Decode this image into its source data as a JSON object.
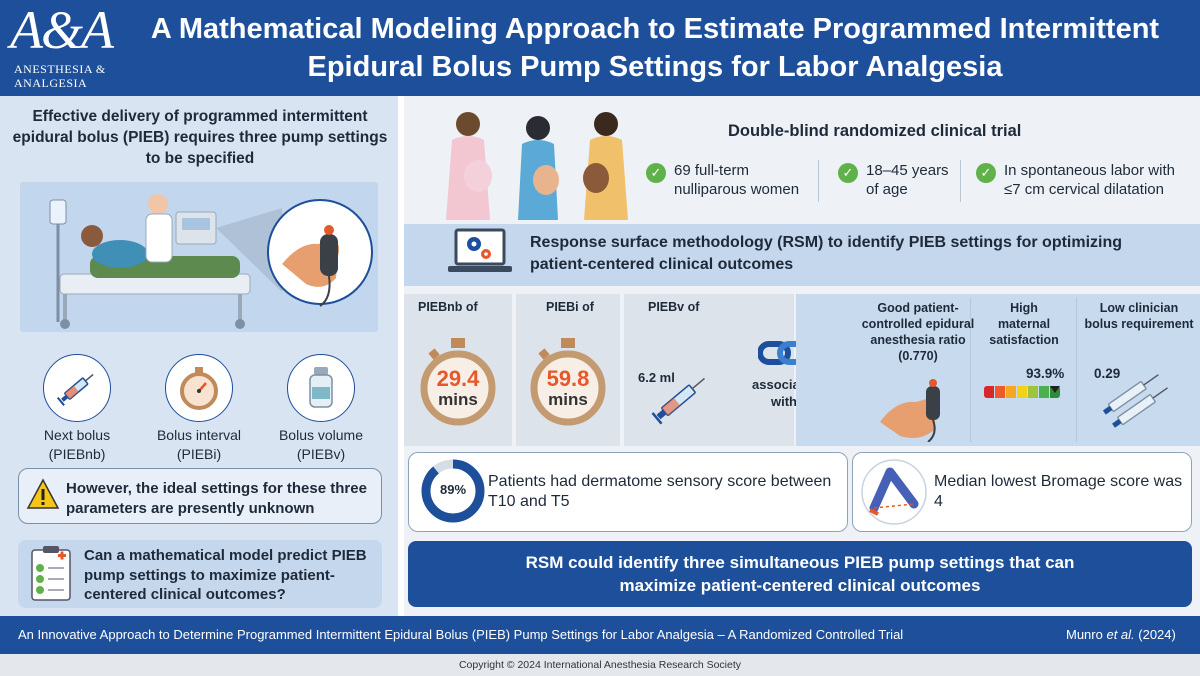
{
  "logo": {
    "letters": "A&A",
    "line1": "ANESTHESIA &",
    "line2": "ANALGESIA"
  },
  "title": {
    "line1": "A Mathematical Modeling Approach to Estimate Programmed Intermittent",
    "line2": "Epidural Bolus Pump Settings for Labor Analgesia"
  },
  "left": {
    "intro": "Effective delivery of programmed intermittent epidural bolus (PIEB) requires three pump settings to be specified",
    "settings": [
      {
        "label": "Next bolus",
        "abbr": "(PIEBnb)",
        "icon": "syringe-icon"
      },
      {
        "label": "Bolus interval",
        "abbr": "(PIEBi)",
        "icon": "stopwatch-icon"
      },
      {
        "label": "Bolus volume",
        "abbr": "(PIEBv)",
        "icon": "vial-icon"
      }
    ],
    "warning": "However, the ideal settings for these three parameters are presently unknown",
    "question": "Can a mathematical model predict PIEB pump settings to maximize patient-centered clinical outcomes?"
  },
  "trial": {
    "title": "Double-blind randomized clinical trial",
    "criteria": [
      "69 full-term nulliparous women",
      "18–45 years of age",
      "In spontaneous labor with ≤7 cm cervical dilatation"
    ]
  },
  "rsm": {
    "text": "Response surface methodology (RSM) to identify PIEB settings for optimizing patient-centered clinical outcomes"
  },
  "inputs": {
    "piebnb": {
      "label": "PIEBnb of",
      "value": "29.4",
      "unit": "mins"
    },
    "piebi": {
      "label": "PIEBi of",
      "value": "59.8",
      "unit": "mins"
    },
    "piebv": {
      "label": "PIEBv of",
      "value": "6.2 ml"
    },
    "associated": "associated with"
  },
  "outcomes": {
    "ratio": {
      "label": "Good patient-controlled epidural anesthesia ratio (0.770)"
    },
    "satisfaction": {
      "label": "High maternal satisfaction",
      "value": "93.9%",
      "level": 0.939
    },
    "clinician": {
      "label": "Low clinician bolus requirement",
      "value": "0.29"
    }
  },
  "sensory": {
    "percent_label": "89%",
    "percent": 0.89,
    "text": "Patients had dermatome sensory score between T10 and T5"
  },
  "bromage": {
    "text": "Median lowest Bromage score was 4"
  },
  "conclusion": "RSM could identify three simultaneous PIEB pump settings that can maximize patient-centered clinical outcomes",
  "footer": {
    "subtitle": "An Innovative Approach to Determine Programmed Intermittent Epidural Bolus (PIEB) Pump Settings for Labor Analgesia – A Randomized Controlled Trial",
    "citation_author": "Munro ",
    "citation_etal": "et al.",
    "citation_year": " (2024)",
    "copyright": "Copyright © 2024 International Anesthesia Research Society"
  },
  "colors": {
    "primary": "#1d4f9a",
    "light_blue": "#c5d7ec",
    "accent_orange": "#e8572c",
    "check_green": "#5fb24a"
  }
}
